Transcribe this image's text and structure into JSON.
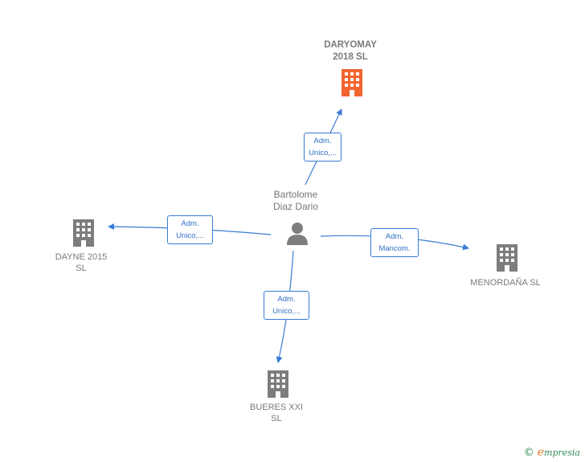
{
  "colors": {
    "main_company": "#f26430",
    "company": "#7d7d7d",
    "person": "#7d7d7d",
    "edge": "#3a7bd5"
  },
  "center": {
    "name": "Bartolome\nDiaz Dario",
    "icon": "person-icon"
  },
  "nodes": [
    {
      "id": "daryomay",
      "name": "DARYOMAY\n2018  SL",
      "icon": "building-icon",
      "highlight": true
    },
    {
      "id": "dayne",
      "name": "DAYNE 2015\nSL",
      "icon": "building-icon",
      "highlight": false
    },
    {
      "id": "menordana",
      "name": "MENORDAÑA SL",
      "icon": "building-icon",
      "highlight": false
    },
    {
      "id": "bueres",
      "name": "BUERES XXI\nSL",
      "icon": "building-icon",
      "highlight": false
    }
  ],
  "edges": [
    {
      "to": "daryomay",
      "label": "Adm.\nUnico,..."
    },
    {
      "to": "dayne",
      "label": "Adm.\nUnico,..."
    },
    {
      "to": "menordana",
      "label": "Adm.\nMancom."
    },
    {
      "to": "bueres",
      "label": "Adm.\nUnico,..."
    }
  ],
  "brand": {
    "copyright": "©",
    "initial": "e",
    "rest": "mpresia"
  }
}
